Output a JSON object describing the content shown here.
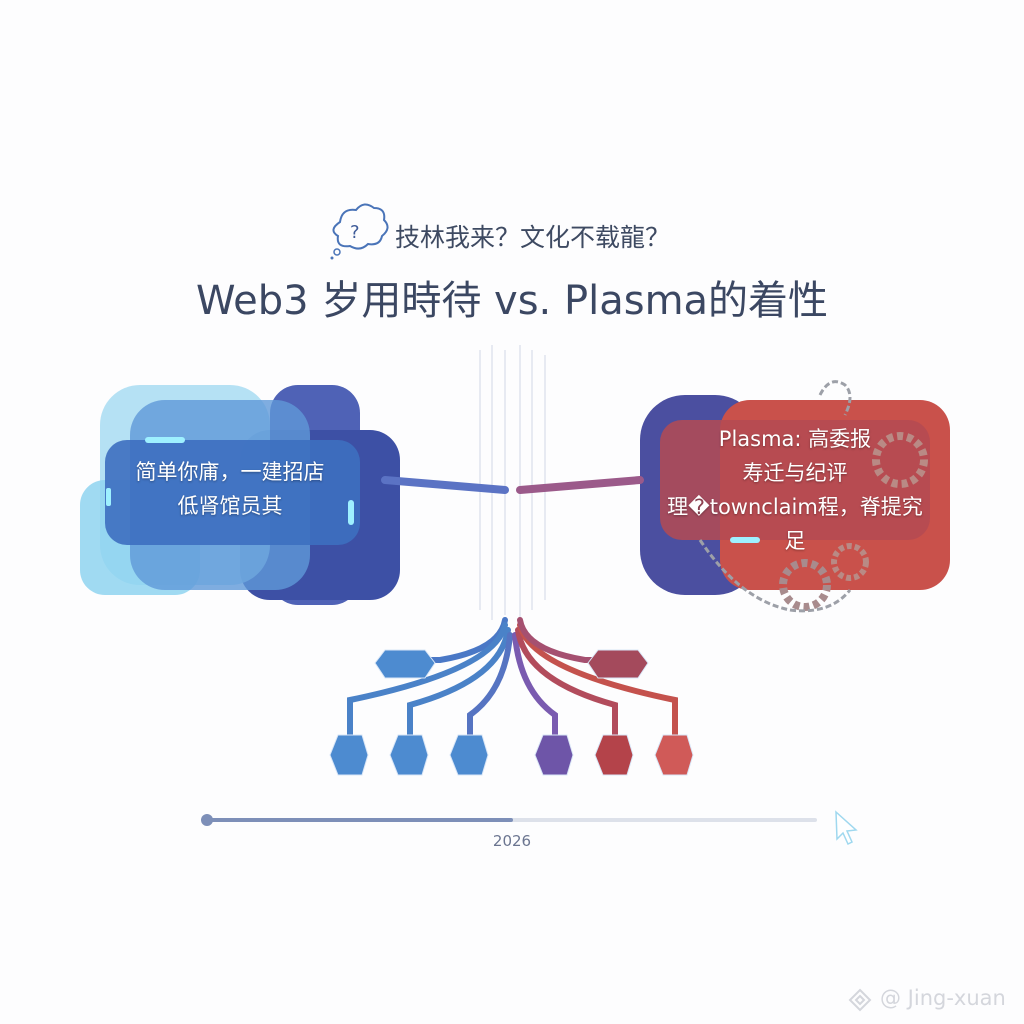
{
  "header": {
    "subtitle": "技林我来？文化不载龍？",
    "title": "Web3 岁用時待 vs. Plasma的着性"
  },
  "left_panel": {
    "line1": "简单你庯，一建招店",
    "line2": "低肾馆员其"
  },
  "right_panel": {
    "line1": "Plasma: 高委报",
    "line2": "寿迁与纪评",
    "line3": "理�townclaim程，脊提究足"
  },
  "timeline": {
    "year_label": "2026",
    "progress": 0.5
  },
  "watermark": "@ Jing-xuan",
  "colors": {
    "blue": "#3d6fc0",
    "light_blue": "#8fd3f0",
    "indigo": "#3d4fa6",
    "red": "#c4524d",
    "text": "#3b4762"
  }
}
